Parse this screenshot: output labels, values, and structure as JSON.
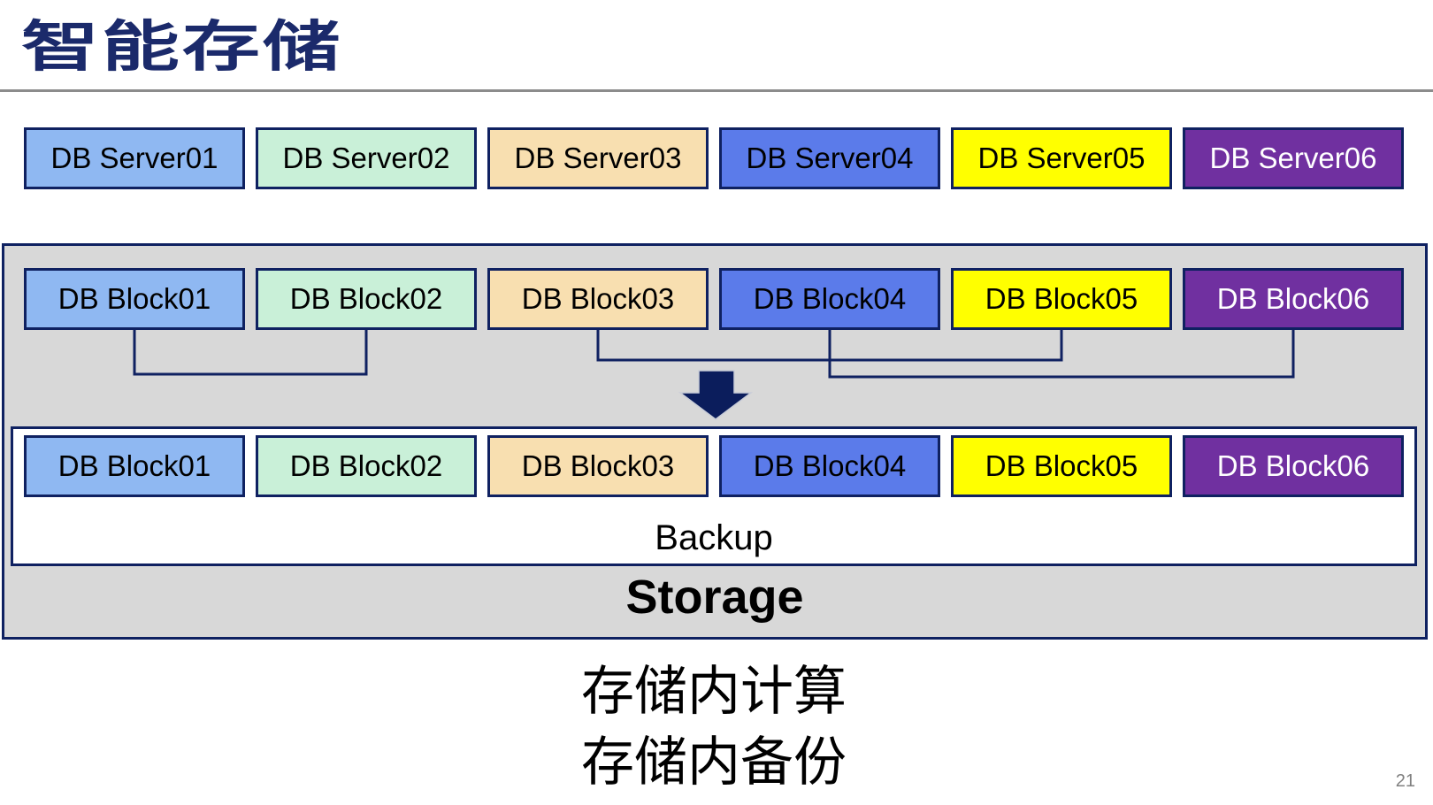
{
  "slide": {
    "title": "智能存储",
    "page_number": "21"
  },
  "colors": {
    "title_navy": "#1B2A6B",
    "line_navy": "#0F2161",
    "arrow_navy": "#0B1D5C",
    "panel_gray": "#D8D8D8",
    "rule_gray": "#8C8C8C",
    "page_num_gray": "#808080"
  },
  "server_row": {
    "items": [
      {
        "label": "DB Server01",
        "fill": "#8FB8F2",
        "text_color": "#000000"
      },
      {
        "label": "DB Server02",
        "fill": "#C9F0D8",
        "text_color": "#000000"
      },
      {
        "label": "DB Server03",
        "fill": "#F8DFB0",
        "text_color": "#000000"
      },
      {
        "label": "DB Server04",
        "fill": "#5B7BEA",
        "text_color": "#000000"
      },
      {
        "label": "DB Server05",
        "fill": "#FFFF00",
        "text_color": "#000000"
      },
      {
        "label": "DB Server06",
        "fill": "#7030A0",
        "text_color": "#FFFFFF"
      }
    ]
  },
  "block_row_top": {
    "items": [
      {
        "label": "DB Block01",
        "fill": "#8FB8F2",
        "text_color": "#000000"
      },
      {
        "label": "DB Block02",
        "fill": "#C9F0D8",
        "text_color": "#000000"
      },
      {
        "label": "DB Block03",
        "fill": "#F8DFB0",
        "text_color": "#000000"
      },
      {
        "label": "DB Block04",
        "fill": "#5B7BEA",
        "text_color": "#000000"
      },
      {
        "label": "DB Block05",
        "fill": "#FFFF00",
        "text_color": "#000000"
      },
      {
        "label": "DB Block06",
        "fill": "#7030A0",
        "text_color": "#FFFFFF"
      }
    ]
  },
  "backup_panel": {
    "backup_label": "Backup",
    "items": [
      {
        "label": "DB Block01",
        "fill": "#8FB8F2",
        "text_color": "#000000"
      },
      {
        "label": "DB Block02",
        "fill": "#C9F0D8",
        "text_color": "#000000"
      },
      {
        "label": "DB Block03",
        "fill": "#F8DFB0",
        "text_color": "#000000"
      },
      {
        "label": "DB Block04",
        "fill": "#5B7BEA",
        "text_color": "#000000"
      },
      {
        "label": "DB Block05",
        "fill": "#FFFF00",
        "text_color": "#000000"
      },
      {
        "label": "DB Block06",
        "fill": "#7030A0",
        "text_color": "#FFFFFF"
      }
    ]
  },
  "storage": {
    "label": "Storage"
  },
  "annotations": {
    "lines": [
      "存储内计算",
      "存储内备份"
    ]
  },
  "connections": {
    "pairs": [
      {
        "from": "DB Block01",
        "to": "DB Block02"
      },
      {
        "from": "DB Block03",
        "to": "DB Block05"
      },
      {
        "from": "DB Block04",
        "to": "DB Block06"
      }
    ]
  }
}
